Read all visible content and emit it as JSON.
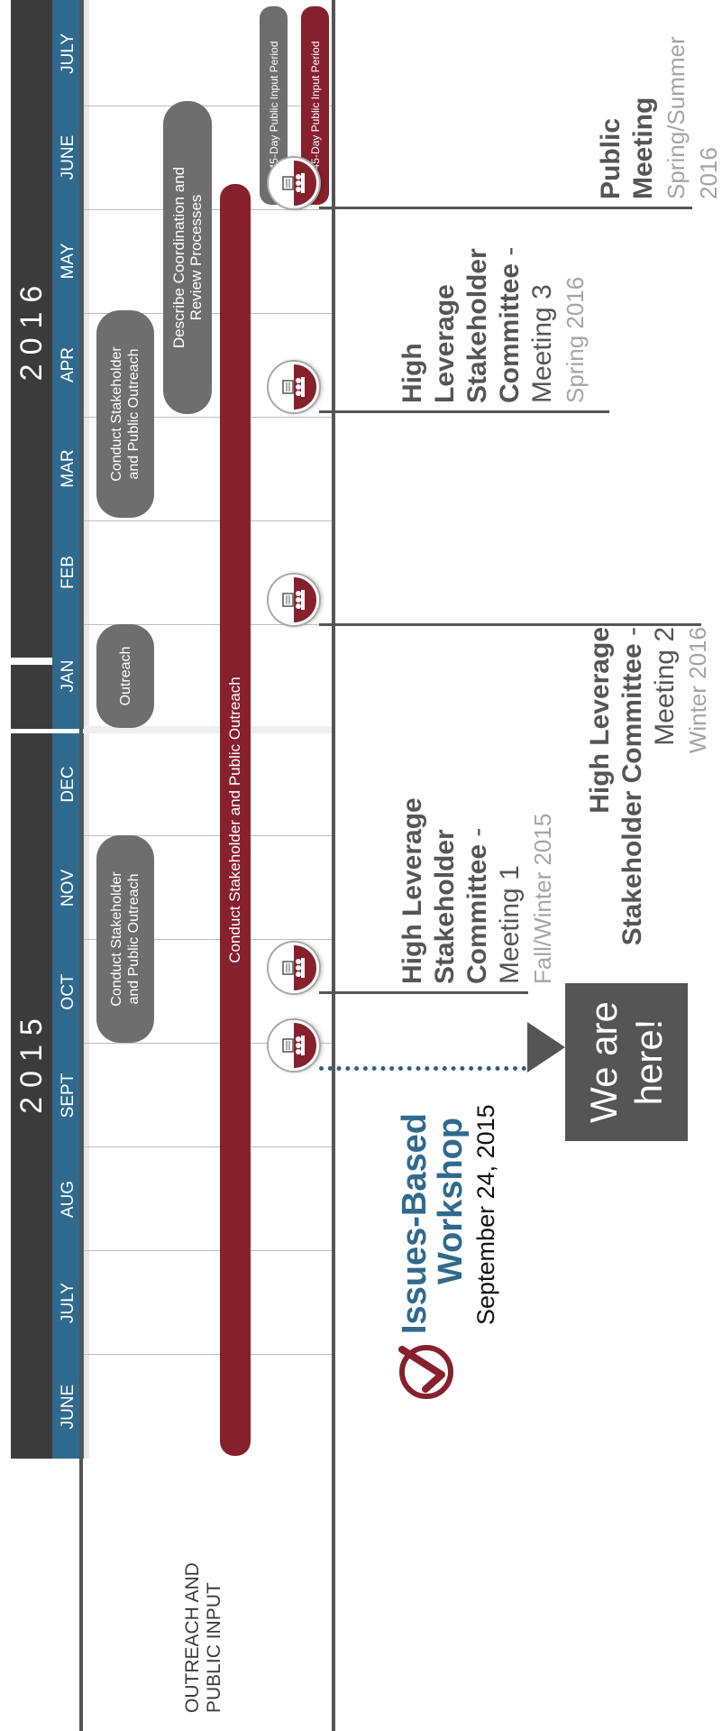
{
  "years": {
    "y2015": "2015",
    "y2016": "2016"
  },
  "months": [
    "JUNE",
    "JULY",
    "AUG",
    "SEPT",
    "OCT",
    "NOV",
    "DEC",
    "JAN",
    "FEB",
    "MAR",
    "APR",
    "MAY",
    "JUNE",
    "JULY"
  ],
  "row_label": {
    "line1": "OUTREACH AND",
    "line2": "PUBLIC INPUT"
  },
  "activities": {
    "outreach_2015": {
      "line1": "Conduct Stakeholder",
      "line2": "and Public Outreach"
    },
    "outreach_jan": "Outreach",
    "outreach_2016": {
      "line1": "Conduct Stakeholder",
      "line2": "and Public Outreach"
    },
    "coordination": {
      "line1": "Describe Coordination and",
      "line2": "Review Processes"
    },
    "main_bar": "Conduct Stakeholder and Public Outreach",
    "input_period_gray": "45-Day Public Input Period",
    "input_period_red": "45-Day Public Input Period"
  },
  "workshop": {
    "title_line1": "Issues-Based",
    "title_line2": "Workshop",
    "date": "September 24, 2015"
  },
  "we_are_here": {
    "line1": "We are",
    "line2": "here!"
  },
  "callouts": {
    "meeting1": {
      "title_line1": "High Leverage",
      "title_line2": "Stakeholder",
      "title_line3": "Committee",
      "dash": " - ",
      "meeting": "Meeting 1",
      "when": "Fall/Winter 2015"
    },
    "meeting2": {
      "title_line1": "High Leverage",
      "title_line2": "Stakeholder Committee",
      "dash": " -",
      "meeting": "Meeting 2",
      "when": "Winter 2016"
    },
    "meeting3": {
      "title_line1": "High",
      "title_line2": "Leverage",
      "title_line3": "Stakeholder",
      "title_line4": "Committee",
      "dash": " -",
      "meeting": "Meeting 3",
      "when": "Spring 2016"
    },
    "public": {
      "title_line1": "Public",
      "title_line2": "Meeting",
      "when_line1": "Spring/Summer",
      "when_line2": "2016"
    }
  },
  "colors": {
    "maroon": "#87202d",
    "blue": "#2f6a8e",
    "dark": "#3b3b3b",
    "gray_pill": "#6e6e6e",
    "workshop_blue": "#2f6a8e"
  }
}
